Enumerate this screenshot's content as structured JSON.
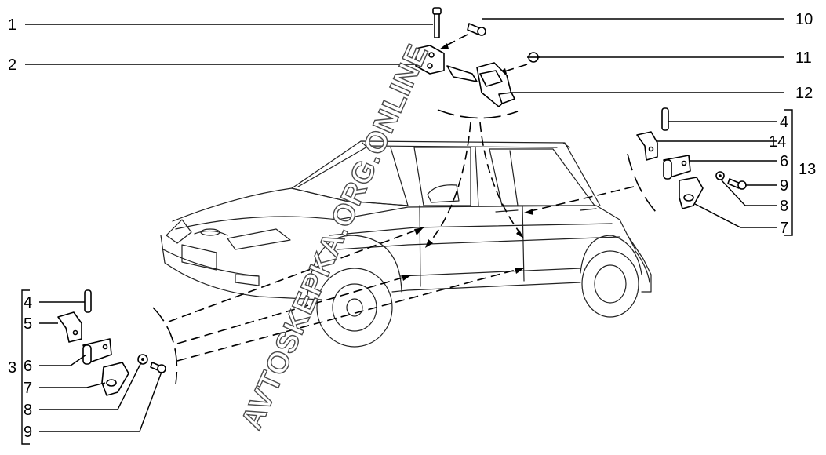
{
  "labels": {
    "l1": "1",
    "l2": "2",
    "l3": "3",
    "l4a": "4",
    "l5": "5",
    "l6a": "6",
    "l7a": "7",
    "l8a": "8",
    "l9a": "9",
    "l10": "10",
    "l11": "11",
    "l12": "12",
    "l4b": "4",
    "l14": "14",
    "l6b": "6",
    "l13": "13",
    "l9b": "9",
    "l8b": "8",
    "l7b": "7"
  },
  "watermark": "AVTOSKEPKA.ORG.ONLINE",
  "colors": {
    "ink": "#000000",
    "watermark_outline": "#4a4a4a"
  }
}
